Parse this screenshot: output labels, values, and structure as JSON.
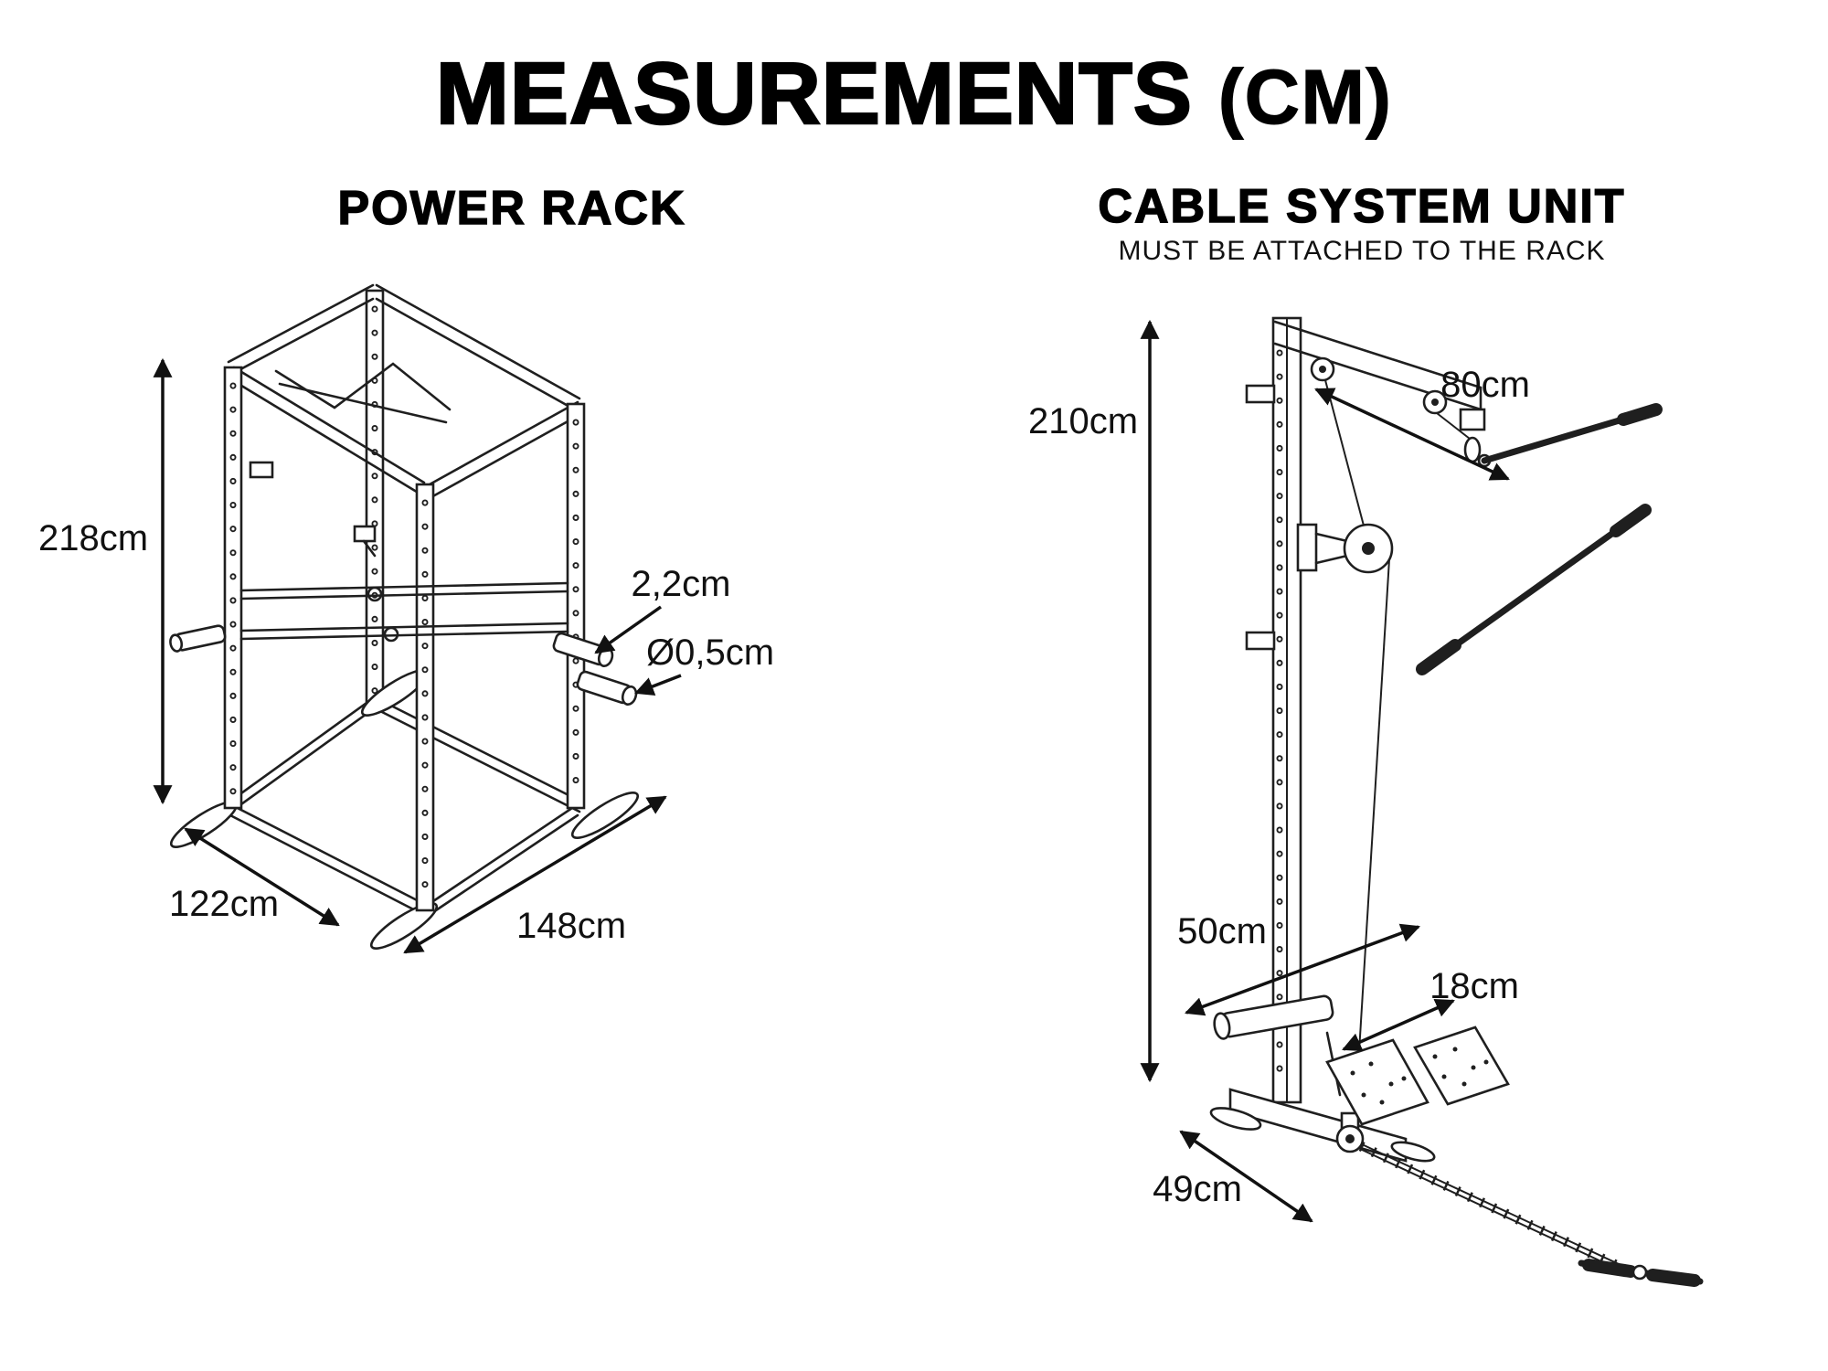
{
  "title": {
    "main": "MEASUREMENTS",
    "unit": "(CM)"
  },
  "colors": {
    "ink": "#1a1a1a",
    "text": "#000000",
    "background": "#ffffff"
  },
  "power_rack": {
    "heading": "POWER RACK",
    "dims": {
      "height": "218cm",
      "depth": "122cm",
      "width": "148cm",
      "peg_length": "2,2cm",
      "hole_diameter": "Ø0,5cm"
    }
  },
  "cable_unit": {
    "heading": "CABLE SYSTEM UNIT",
    "note": "MUST BE ATTACHED TO THE RACK",
    "dims": {
      "height": "210cm",
      "top_depth": "80cm",
      "base_depth": "50cm",
      "plate_width": "18cm",
      "base_width": "49cm"
    }
  }
}
